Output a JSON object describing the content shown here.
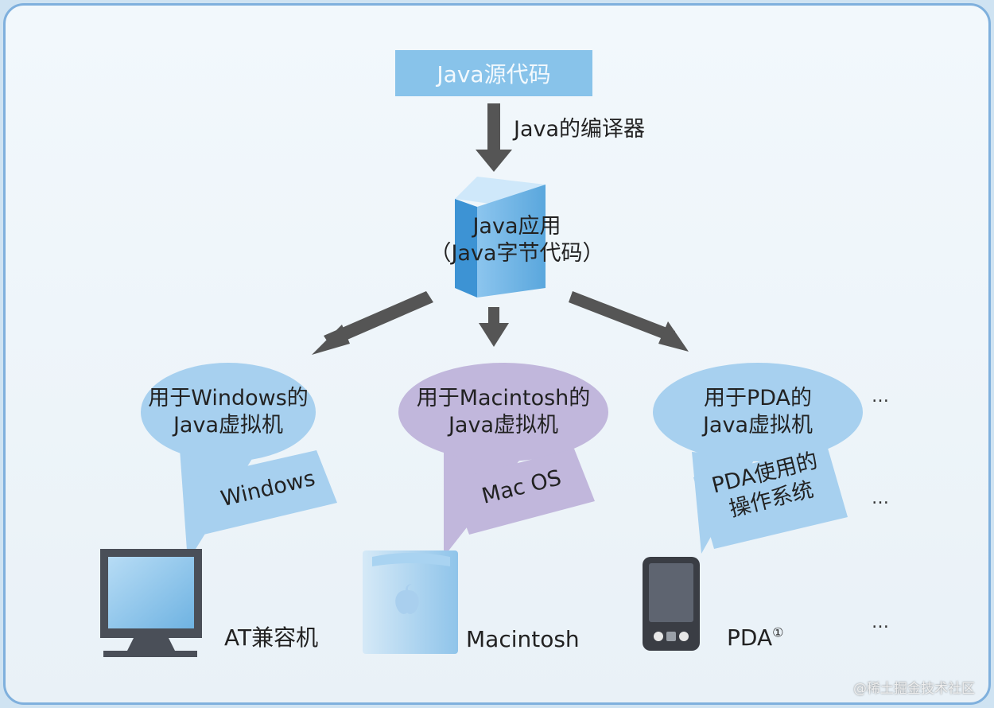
{
  "source_box": {
    "label": "Java源代码"
  },
  "compiler": {
    "label": "Java的编译器"
  },
  "app": {
    "line1": "Java应用",
    "line2": "（Java字节代码）"
  },
  "vms": [
    {
      "line1": "用于Windows的",
      "line2": "Java虚拟机",
      "os_line1": "Windows",
      "os_line2": "",
      "device": "AT兼容机",
      "device_sup": ""
    },
    {
      "line1": "用于Macintosh的",
      "line2": "Java虚拟机",
      "os_line1": "Mac OS",
      "os_line2": "",
      "device": "Macintosh",
      "device_sup": ""
    },
    {
      "line1": "用于PDA的",
      "line2": "Java虚拟机",
      "os_line1": "PDA使用的",
      "os_line2": "操作系统",
      "device": "PDA",
      "device_sup": "①"
    }
  ],
  "ellipsis": "…",
  "watermark": "@稀土掘金技术社区",
  "colors": {
    "blue_bubble": "#a7d0ef",
    "purple_bubble": "#c1b7dc",
    "box_blue": "#88c3ea",
    "arrow": "#555555"
  }
}
